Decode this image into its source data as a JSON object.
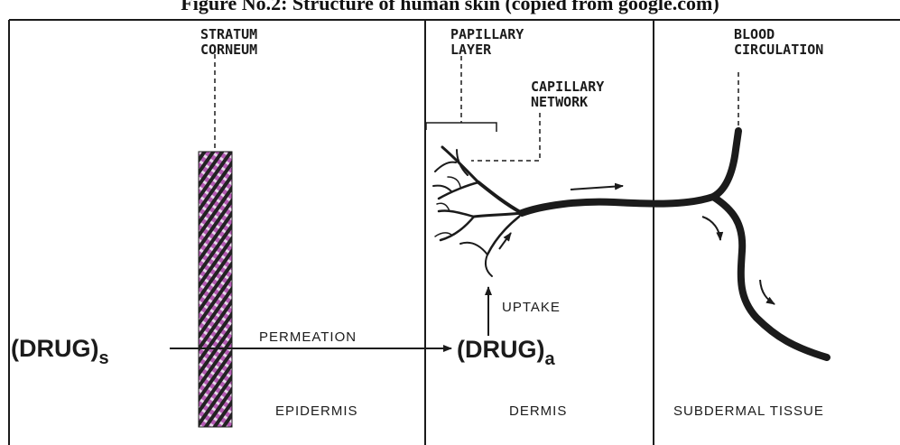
{
  "caption": "Figure No.2: Structure of human skin (copied from google.com)",
  "labels": {
    "stratum_corneum_1": "STRATUM",
    "stratum_corneum_2": "CORNEUM",
    "papillary_1": "PAPILLARY",
    "papillary_2": "LAYER",
    "capillary_1": "CAPILLARY",
    "capillary_2": "NETWORK",
    "blood_1": "BLOOD",
    "blood_2": "CIRCULATION",
    "permeation": "PERMEATION",
    "uptake": "UPTAKE",
    "epidermis": "EPIDERMIS",
    "dermis": "DERMIS",
    "subdermal": "SUBDERMAL TISSUE"
  },
  "drug_s": {
    "text": "(DRUG)",
    "sub": "s"
  },
  "drug_a": {
    "text": "(DRUG)",
    "sub": "a"
  },
  "colors": {
    "stratum_fill": "#9a3a9a",
    "stratum_dark": "#1a1a1a",
    "line": "#1b1b1b"
  }
}
